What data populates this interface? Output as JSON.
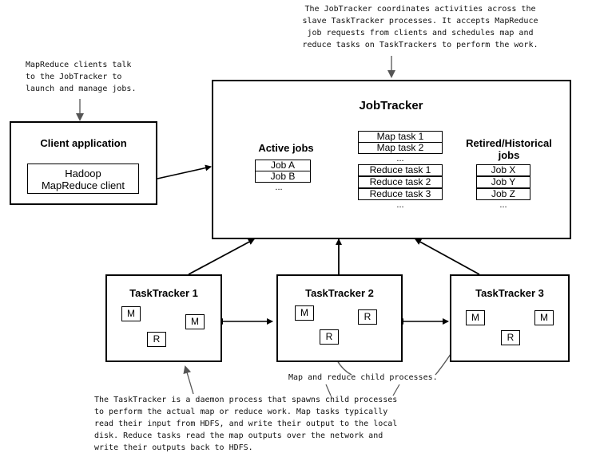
{
  "annotations": {
    "jobtracker_note": [
      "The JobTracker coordinates activities across the",
      "slave TaskTracker processes. It accepts MapReduce",
      "job requests from clients and schedules map and",
      "reduce tasks on TaskTrackers to perform the work."
    ],
    "client_note": [
      "MapReduce clients talk",
      "to the JobTracker to",
      "launch and manage jobs."
    ],
    "child_note": "Map and reduce child processes.",
    "tasktracker_note": [
      "The TaskTracker is a daemon process that spawns child processes",
      "to perform the actual map or reduce work. Map tasks typically",
      "read their input from HDFS, and write their output to the local",
      "disk. Reduce tasks read the map outputs over the network and",
      "write their outputs back to HDFS."
    ]
  },
  "client": {
    "title": "Client application",
    "inner_line1": "Hadoop",
    "inner_line2": "MapReduce client"
  },
  "jobtracker": {
    "title": "JobTracker",
    "active_jobs_label": "Active jobs",
    "active_jobs": [
      "Job A",
      "Job B"
    ],
    "active_more": "...",
    "map_tasks": [
      "Map task 1",
      "Map task 2"
    ],
    "map_more": "...",
    "reduce_tasks": [
      "Reduce task 1",
      "Reduce task 2",
      "Reduce task 3"
    ],
    "reduce_more": "...",
    "retired_label_line1": "Retired/Historical",
    "retired_label_line2": "jobs",
    "retired_jobs": [
      "Job X",
      "Job Y",
      "Job Z"
    ],
    "retired_more": "..."
  },
  "tasktrackers": [
    {
      "title": "TaskTracker 1",
      "m1": "M",
      "m2": "M",
      "r": "R"
    },
    {
      "title": "TaskTracker 2",
      "m1": "M",
      "m2": "R",
      "r": "R"
    },
    {
      "title": "TaskTracker 3",
      "m1": "M",
      "m2": "M",
      "r": "R"
    }
  ]
}
